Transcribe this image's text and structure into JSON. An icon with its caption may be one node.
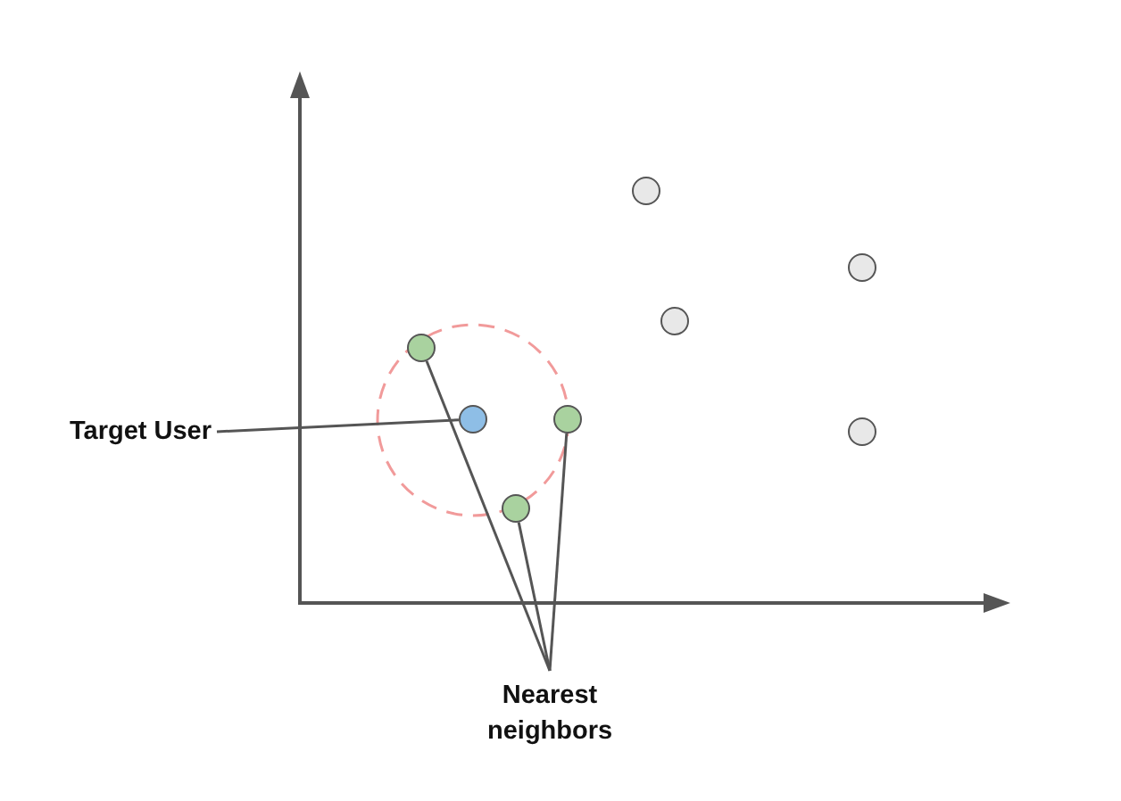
{
  "diagram": {
    "nodes": [
      {
        "text": [],
        "shape": "circle"
      },
      {
        "text": [],
        "shape": "circle"
      },
      {
        "text": [],
        "shape": "circle"
      },
      {
        "text": [],
        "shape": "circle"
      },
      {
        "text": [
          "Target User"
        ]
      },
      {
        "text": [],
        "shape": "circle"
      },
      {
        "text": [],
        "shape": "circle"
      },
      {
        "text": [],
        "shape": "circle"
      },
      {
        "text": [],
        "shape": "circle"
      },
      {
        "text": [
          "Nearest neighbors"
        ]
      }
    ],
    "edges": [
      {
        "from": 4,
        "to": 5,
        "arrow": "none"
      },
      {
        "from": 9,
        "to": 3,
        "arrow": "none"
      },
      {
        "from": 9,
        "to": 8,
        "arrow": "none"
      },
      {
        "from": 9,
        "to": 6,
        "arrow": "none"
      }
    ]
  }
}
